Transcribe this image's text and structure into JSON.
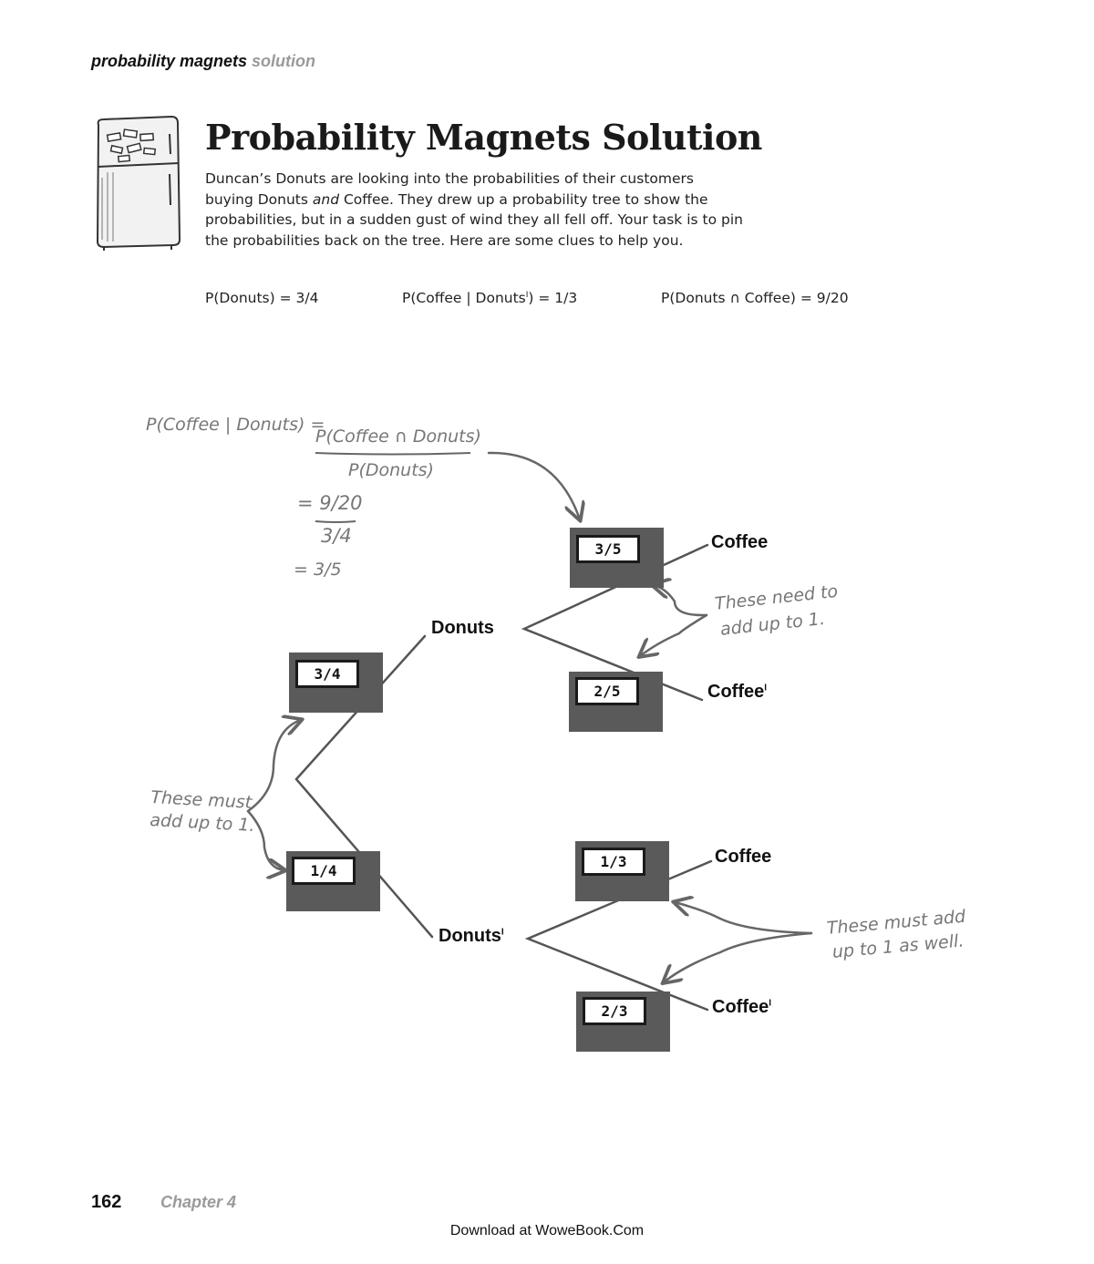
{
  "header": {
    "section": "probability magnets",
    "section_suffix": "solution"
  },
  "page_title": "Probability Magnets Solution",
  "intro": {
    "line1": "Duncan’s Donuts are looking into the probabilities of their customers",
    "line2_before": "buying Donuts ",
    "line2_italic": "and",
    "line2_after": " Coffee. They drew up a probability tree to show the",
    "line3": "probabilities, but in a sudden gust of wind they all fell off. Your task is to pin",
    "line4": "the probabilities back on the tree. Here are some clues to help you."
  },
  "clues": [
    {
      "before": "P(Donuts) = 3/4",
      "prime": "",
      "after": ""
    },
    {
      "before": "P(Coffee | Donuts",
      "prime": "I",
      "after": ") = 1/3"
    },
    {
      "before": "P(Donuts ∩ Coffee) = 9/20",
      "prime": "",
      "after": ""
    }
  ],
  "working": {
    "lhs": "P(Coffee | Donuts) =",
    "numerator": "P(Coffee ∩ Donuts)",
    "denominator": "P(Donuts)",
    "step2_num": "= 9/20",
    "step2_den": "3/4",
    "result": "= 3/5"
  },
  "magnets": {
    "donuts": "3/4",
    "not_donuts": "1/4",
    "coffee_given_donuts": "3/5",
    "notcoffee_given_donuts": "2/5",
    "coffee_given_notdonuts": "1/3",
    "notcoffee_given_notdonuts": "2/3"
  },
  "nodes": {
    "donuts": "Donuts",
    "not_donuts": "Donuts",
    "coffee_1": "Coffee",
    "not_coffee_1": "Coffee",
    "coffee_2": "Coffee",
    "not_coffee_2": "Coffee",
    "prime": "I"
  },
  "notes": {
    "need_line1": "These need to",
    "need_line2": "add up to 1.",
    "must_line1": "These must",
    "must_line2": "add up to 1.",
    "well_line1": "These must add",
    "well_line2": "up to 1 as well."
  },
  "footer": {
    "page_number": "162",
    "chapter": "Chapter 4",
    "download": "Download at WoweBook.Com"
  },
  "colors": {
    "magnet_bg": "#5a5a5a",
    "handwriting": "#777777",
    "header_suffix": "#9a9a9a"
  },
  "icons": {
    "fridge": "fridge-icon"
  }
}
